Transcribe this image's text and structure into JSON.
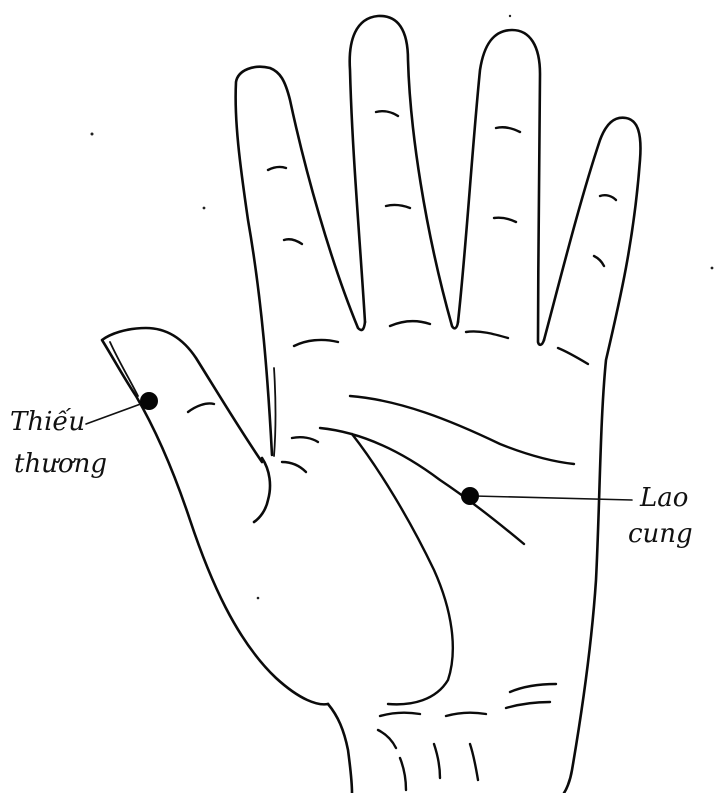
{
  "diagram": {
    "ink_color": "#0b0b0b",
    "background": "#ffffff",
    "points": [
      {
        "id": "thieu-thuong",
        "label_lines": [
          "Thiếu",
          "thương"
        ]
      },
      {
        "id": "lao-cung",
        "label_lines": [
          "Lao",
          "cung"
        ]
      }
    ]
  }
}
